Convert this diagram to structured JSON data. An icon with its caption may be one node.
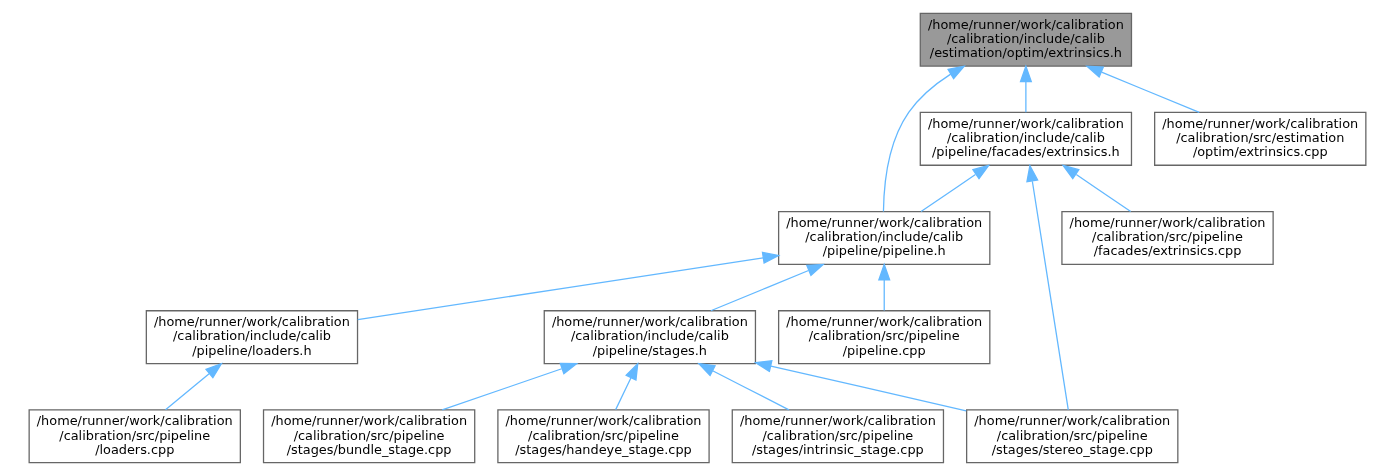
{
  "diagram": {
    "nodes": [
      {
        "text": [
          "/home/runner/work/calibration /calibration/include/calib /estimation/optim/extrinsics.h"
        ]
      },
      {
        "text": [
          "/home/runner/work/calibration /calibration/include/calib /pipeline/facades/extrinsics.h"
        ]
      },
      {
        "text": [
          "/home/runner/work/calibration /calibration/src/estimation /optim/extrinsics.cpp"
        ]
      },
      {
        "text": [
          "/home/runner/work/calibration /calibration/include/calib /pipeline/pipeline.h"
        ]
      },
      {
        "text": [
          "/home/runner/work/calibration /calibration/src/pipeline /facades/extrinsics.cpp"
        ]
      },
      {
        "text": [
          "/home/runner/work/calibration /calibration/include/calib /pipeline/loaders.h"
        ]
      },
      {
        "text": [
          "/home/runner/work/calibration /calibration/include/calib /pipeline/stages.h"
        ]
      },
      {
        "text": [
          "/home/runner/work/calibration /calibration/src/pipeline /pipeline.cpp"
        ]
      },
      {
        "text": [
          "/home/runner/work/calibration /calibration/src/pipeline /loaders.cpp"
        ]
      },
      {
        "text": [
          "/home/runner/work/calibration /calibration/src/pipeline /stages/bundle_stage.cpp"
        ]
      },
      {
        "text": [
          "/home/runner/work/calibration /calibration/src/pipeline /stages/handeye_stage.cpp"
        ]
      },
      {
        "text": [
          "/home/runner/work/calibration /calibration/src/pipeline /stages/intrinsic_stage.cpp"
        ]
      },
      {
        "text": [
          "/home/runner/work/calibration /calibration/src/pipeline /stages/stereo_stage.cpp"
        ]
      }
    ],
    "edges": [
      {
        "from": 3,
        "to": 0,
        "arrow": "to"
      },
      {
        "from": 1,
        "to": 0,
        "arrow": "to"
      },
      {
        "from": 2,
        "to": 0,
        "arrow": "to"
      },
      {
        "from": 3,
        "to": 1,
        "arrow": "to"
      },
      {
        "from": 4,
        "to": 1,
        "arrow": "to"
      },
      {
        "from": 12,
        "to": 1,
        "arrow": "to"
      },
      {
        "from": 5,
        "to": 3,
        "arrow": "to"
      },
      {
        "from": 6,
        "to": 3,
        "arrow": "to"
      },
      {
        "from": 7,
        "to": 3,
        "arrow": "to"
      },
      {
        "from": 8,
        "to": 5,
        "arrow": "to"
      },
      {
        "from": 9,
        "to": 6,
        "arrow": "to"
      },
      {
        "from": 10,
        "to": 6,
        "arrow": "to"
      },
      {
        "from": 11,
        "to": 6,
        "arrow": "to"
      },
      {
        "from": 12,
        "to": 6,
        "arrow": "to"
      }
    ]
  }
}
